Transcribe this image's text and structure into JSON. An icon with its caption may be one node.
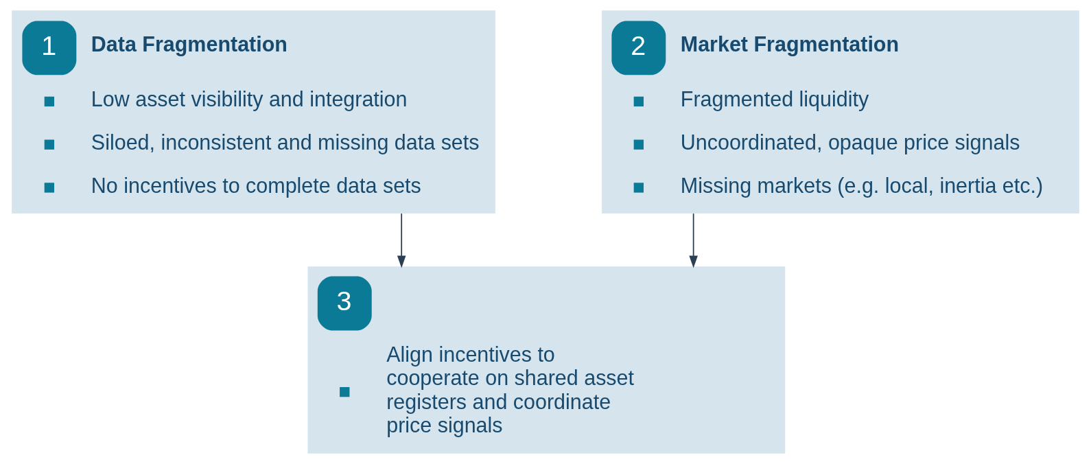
{
  "diagram": {
    "nodes": [
      {
        "text": [
          "1",
          "Data Fragmentation",
          "Low asset visibility and integration",
          "Siloed, inconsistent and missing data sets",
          "No incentives to complete data sets"
        ]
      },
      {
        "text": [
          "2",
          "Market Fragmentation",
          "Fragmented liquidity",
          "Uncoordinated, opaque price signals",
          "Missing markets (e.g. local, inertia etc.)"
        ]
      },
      {
        "text": [
          "3",
          "Align incentives to cooperate on shared asset registers and coordinate price signals"
        ]
      }
    ],
    "edges": [
      {
        "from": 0,
        "to": 2,
        "arrow": "to"
      },
      {
        "from": 1,
        "to": 2,
        "arrow": "to"
      }
    ]
  }
}
